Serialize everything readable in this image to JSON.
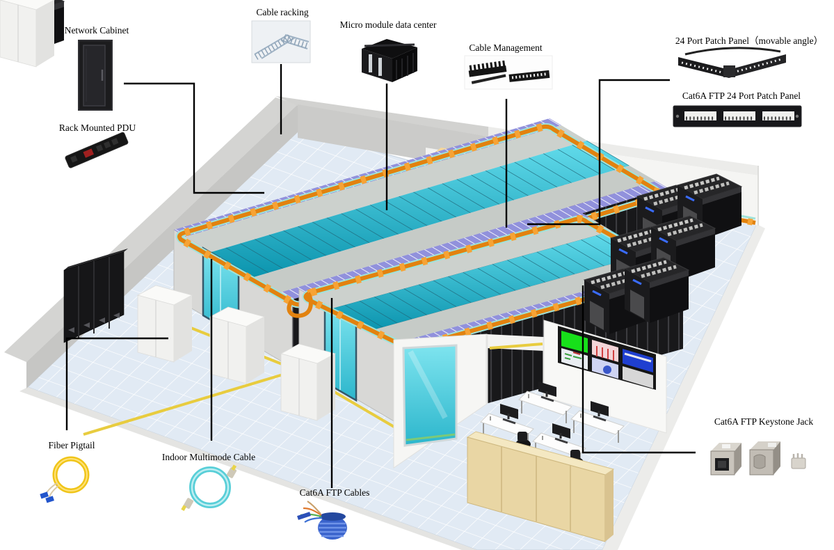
{
  "labels": {
    "network_cabinet": "Network Cabinet",
    "rack_mounted_pdu": "Rack Mounted PDU",
    "cable_racking": "Cable racking",
    "micro_module_data_center": "Micro module data center",
    "cable_management": "Cable Management",
    "patch_panel_angled": "24 Port Patch Panel（movable angle）",
    "patch_panel_cat6a": "Cat6A FTP 24 Port Patch Panel",
    "fiber_pigtail": "Fiber Pigtail",
    "indoor_multimode_cable": "Indoor Multimode Cable",
    "cat6a_ftp_cables": "Cat6A FTP Cables",
    "cat6a_keystone_jack": "Cat6A FTP Keystone Jack"
  },
  "colors": {
    "cable_tray_orange": "#ED8A1C",
    "tray_pipe_cyan": "#9FE3DA",
    "module_glass_cyan": "#19B7CE",
    "module_vent_purple": "#9494DC",
    "door_glass": "#2FC3DA",
    "floor_tile": "#E1EAF4",
    "wall_grey": "#C9C9C7",
    "floor_duct_yellow": "#E8CC3F",
    "screen_green": "#17E01A",
    "cabinet_beige": "#E9D6A4"
  }
}
